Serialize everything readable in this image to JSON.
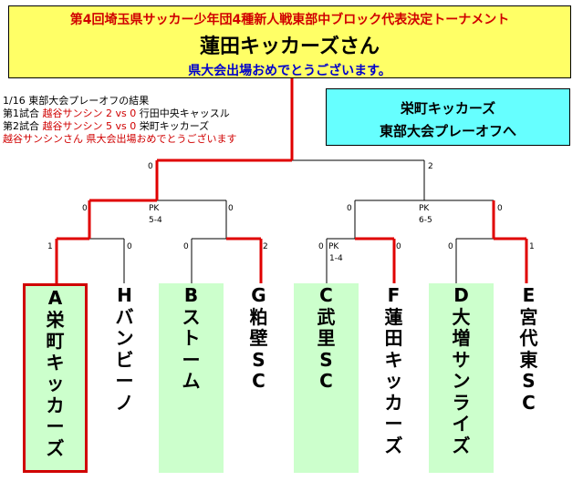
{
  "title": {
    "line1": "第4回埼玉県サッカー少年団4種新人戦東部中ブロック代表決定トーナメント",
    "line2": "蓮田キッカーズさん",
    "line3": "県大会出場おめでとうございます。"
  },
  "info_box": {
    "line1": "栄町キッカーズ",
    "line2": "東部大会プレーオフへ"
  },
  "notes": {
    "line1": "1/16 東部大会プレーオフの結果",
    "match1_prefix": "第1試合",
    "match1_team_a": "越谷サンシン",
    "match1_score": "2 vs 0",
    "match1_team_b": "行田中央キャッスル",
    "match2_prefix": "第2試合",
    "match2_team_a": "越谷サンシン",
    "match2_score": "5 vs 0",
    "match2_team_b": "栄町キッカーズ",
    "line4": "越谷サンシンさん 県大会出場おめでとうございます"
  },
  "colors": {
    "winner_line": "#e00000",
    "team_highlight": "#ccffcc",
    "title_bg": "#ffff66",
    "info_bg": "#66ffff"
  },
  "bracket": {
    "final": {
      "left_score": "0",
      "right_score": "2"
    },
    "semi_left": {
      "left_score": "0",
      "right_score": "0",
      "pk": "PK",
      "pk_score": "5-4"
    },
    "semi_right": {
      "left_score": "0",
      "right_score": "0",
      "pk": "PK",
      "pk_score": "6-5"
    },
    "r1": [
      {
        "left_score": "1",
        "right_score": "0"
      },
      {
        "left_score": "0",
        "right_score": "2"
      },
      {
        "left_score": "0",
        "right_score": "0",
        "pk": "PK",
        "pk_score": "1-4"
      },
      {
        "left_score": "0",
        "right_score": "1"
      }
    ]
  },
  "teams": [
    {
      "letter": "A",
      "name": [
        "栄",
        "町",
        "キ",
        "ッ",
        "カ",
        "ー",
        "ズ"
      ]
    },
    {
      "letter": "H",
      "name": [
        "バ",
        "ン",
        "ビ",
        "ー",
        "ノ"
      ]
    },
    {
      "letter": "B",
      "name": [
        "ス",
        "ト",
        "ー",
        "ム"
      ]
    },
    {
      "letter": "G",
      "name": [
        "粕",
        "壁",
        "S",
        "C"
      ]
    },
    {
      "letter": "C",
      "name": [
        "武",
        "里",
        "S",
        "C"
      ]
    },
    {
      "letter": "F",
      "name": [
        "蓮",
        "田",
        "キ",
        "ッ",
        "カ",
        "ー",
        "ズ"
      ]
    },
    {
      "letter": "D",
      "name": [
        "大",
        "増",
        "サ",
        "ン",
        "ラ",
        "イ",
        "ズ"
      ]
    },
    {
      "letter": "E",
      "name": [
        "宮",
        "代",
        "東",
        "S",
        "C"
      ]
    }
  ]
}
